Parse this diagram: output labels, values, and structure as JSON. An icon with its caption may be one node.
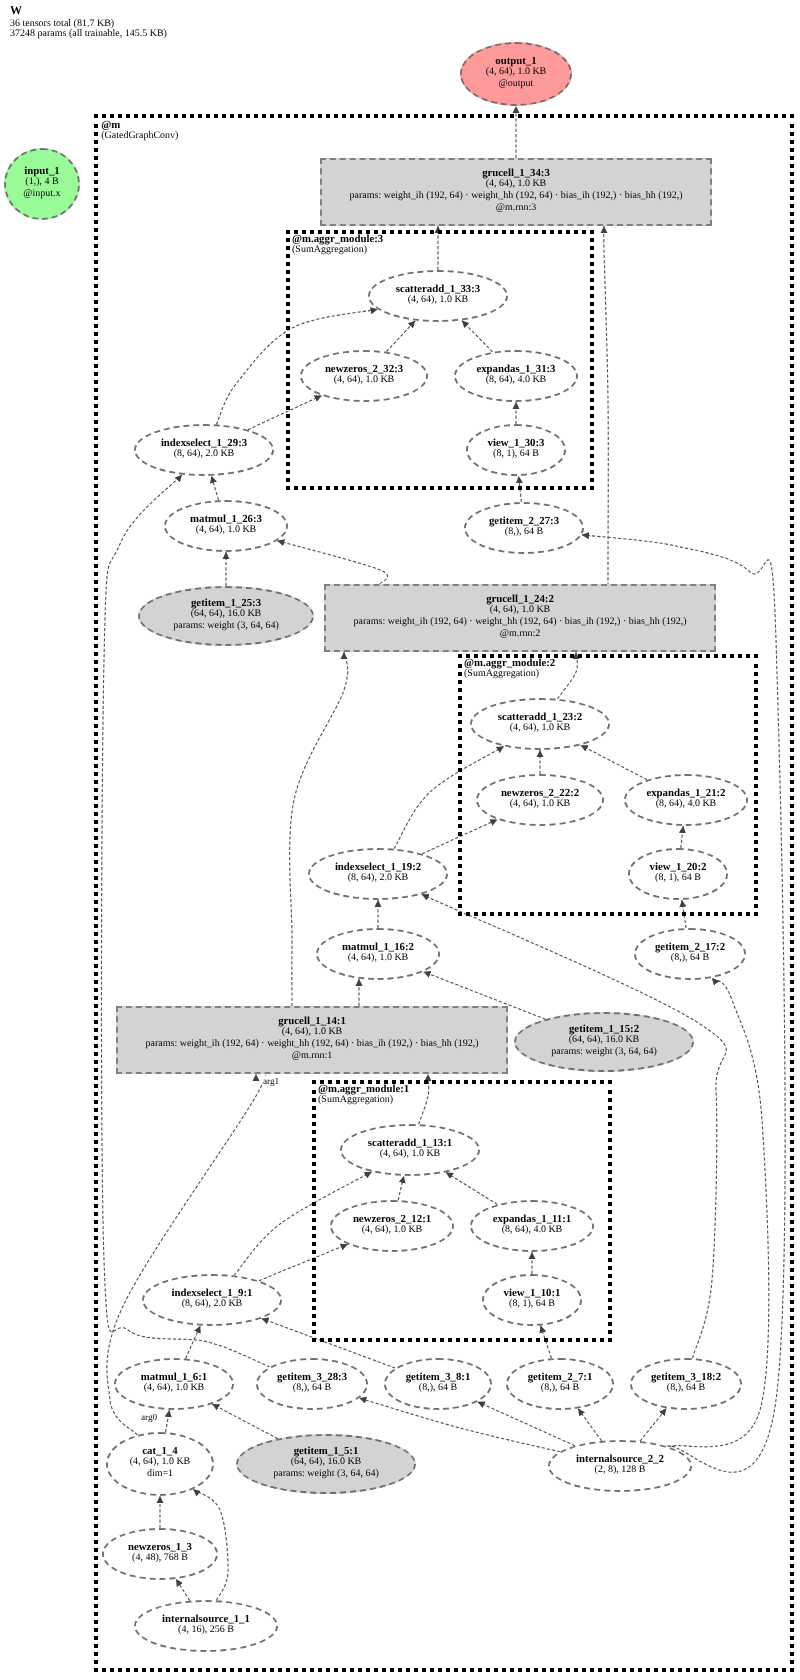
{
  "diagram": {
    "title": "W",
    "nodes": [
      {
        "text": [
          "output_1",
          "(4, 64), 1.0 KB",
          "@output"
        ]
      },
      {
        "text": [
          "input_1",
          "(1,), 4 B",
          "@input.x"
        ]
      },
      {
        "text": [
          "@m",
          "(GatedGraphConv)"
        ]
      },
      {
        "text": [
          "grucell_1_34:3",
          "(4, 64), 1.0 KB",
          "params: weight_ih (192, 64) · weight_hh (192, 64) · bias_ih (192,) · bias_hh (192,)",
          "@m.rnn:3"
        ],
        "in": 2
      },
      {
        "text": [
          "@m.aggr_module:3",
          "(SumAggregation)"
        ],
        "in": 2
      },
      {
        "text": [
          "scatteradd_1_33:3",
          "(4, 64), 1.0 KB"
        ],
        "in": 4
      },
      {
        "text": [
          "newzeros_2_32:3",
          "(4, 64), 1.0 KB"
        ],
        "in": 4
      },
      {
        "text": [
          "expandas_1_31:3",
          "(8, 64), 4.0 KB"
        ],
        "in": 4
      },
      {
        "text": [
          "view_1_30:3",
          "(8, 1), 64 B"
        ],
        "in": 4
      },
      {
        "text": [
          "indexselect_1_29:3",
          "(8, 64), 2.0 KB"
        ],
        "in": 2
      },
      {
        "text": [
          "matmul_1_26:3",
          "(4, 64), 1.0 KB"
        ],
        "in": 2
      },
      {
        "text": [
          "getitem_2_27:3",
          "(8,), 64 B"
        ],
        "in": 2
      },
      {
        "text": [
          "getitem_1_25:3",
          "(64, 64), 16.0 KB",
          "params: weight (3, 64, 64)"
        ],
        "in": 2
      },
      {
        "text": [
          "grucell_1_24:2",
          "(4, 64), 1.0 KB",
          "params: weight_ih (192, 64) · weight_hh (192, 64) · bias_ih (192,) · bias_hh (192,)",
          "@m.rnn:2"
        ],
        "in": 2
      },
      {
        "text": [
          "@m.aggr_module:2",
          "(SumAggregation)"
        ],
        "in": 2
      },
      {
        "text": [
          "scatteradd_1_23:2",
          "(4, 64), 1.0 KB"
        ],
        "in": 14
      },
      {
        "text": [
          "newzeros_2_22:2",
          "(4, 64), 1.0 KB"
        ],
        "in": 14
      },
      {
        "text": [
          "expandas_1_21:2",
          "(8, 64), 4.0 KB"
        ],
        "in": 14
      },
      {
        "text": [
          "view_1_20:2",
          "(8, 1), 64 B"
        ],
        "in": 14
      },
      {
        "text": [
          "indexselect_1_19:2",
          "(8, 64), 2.0 KB"
        ],
        "in": 2
      },
      {
        "text": [
          "matmul_1_16:2",
          "(4, 64), 1.0 KB"
        ],
        "in": 2
      },
      {
        "text": [
          "getitem_2_17:2",
          "(8,), 64 B"
        ],
        "in": 2
      },
      {
        "text": [
          "grucell_1_14:1",
          "(4, 64), 1.0 KB",
          "params: weight_ih (192, 64) · weight_hh (192, 64) · bias_ih (192,) · bias_hh (192,)",
          "@m.rnn:1"
        ],
        "in": 2
      },
      {
        "text": [
          "getitem_1_15:2",
          "(64, 64), 16.0 KB",
          "params: weight (3, 64, 64)"
        ],
        "in": 2
      },
      {
        "text": [
          "@m.aggr_module:1",
          "(SumAggregation)"
        ],
        "in": 2
      },
      {
        "text": [
          "scatteradd_1_13:1",
          "(4, 64), 1.0 KB"
        ],
        "in": 24
      },
      {
        "text": [
          "newzeros_2_12:1",
          "(4, 64), 1.0 KB"
        ],
        "in": 24
      },
      {
        "text": [
          "expandas_1_11:1",
          "(8, 64), 4.0 KB"
        ],
        "in": 24
      },
      {
        "text": [
          "view_1_10:1",
          "(8, 1), 64 B"
        ],
        "in": 24
      },
      {
        "text": [
          "indexselect_1_9:1",
          "(8, 64), 2.0 KB"
        ],
        "in": 2
      },
      {
        "text": [
          "matmul_1_6:1",
          "(4, 64), 1.0 KB"
        ],
        "in": 2
      },
      {
        "text": [
          "getitem_3_28:3",
          "(8,), 64 B"
        ],
        "in": 2
      },
      {
        "text": [
          "getitem_3_8:1",
          "(8,), 64 B"
        ],
        "in": 2
      },
      {
        "text": [
          "getitem_2_7:1",
          "(8,), 64 B"
        ],
        "in": 2
      },
      {
        "text": [
          "getitem_3_18:2",
          "(8,), 64 B"
        ],
        "in": 2
      },
      {
        "text": [
          "cat_1_4",
          "(4, 64), 1.0 KB",
          "dim=1"
        ],
        "in": 2
      },
      {
        "text": [
          "getitem_1_5:1",
          "(64, 64), 16.0 KB",
          "params: weight (3, 64, 64)"
        ],
        "in": 2
      },
      {
        "text": [
          "internalsource_2_2",
          "(2, 8), 128 B"
        ],
        "in": 2
      },
      {
        "text": [
          "newzeros_1_3",
          "(4, 48), 768 B"
        ],
        "in": 2
      },
      {
        "text": [
          "internalsource_1_1",
          "(4, 16), 256 B"
        ],
        "in": 2
      }
    ],
    "edges": [
      {
        "from": 39,
        "to": 38,
        "arrow": "to"
      },
      {
        "from": 39,
        "to": 35,
        "arrow": "to"
      },
      {
        "from": 38,
        "to": 35,
        "arrow": "to"
      },
      {
        "from": 35,
        "to": 30,
        "arrow": "to",
        "label": "arg0"
      },
      {
        "from": 35,
        "to": 22,
        "arrow": "to",
        "label": "arg1"
      },
      {
        "from": 36,
        "to": 30,
        "arrow": "to"
      },
      {
        "from": 30,
        "to": 29,
        "arrow": "to"
      },
      {
        "from": 32,
        "to": 29,
        "arrow": "to"
      },
      {
        "from": 37,
        "to": 31,
        "arrow": "to"
      },
      {
        "from": 37,
        "to": 32,
        "arrow": "to"
      },
      {
        "from": 37,
        "to": 33,
        "arrow": "to"
      },
      {
        "from": 37,
        "to": 34,
        "arrow": "to"
      },
      {
        "from": 37,
        "to": 21,
        "arrow": "to"
      },
      {
        "from": 37,
        "to": 11,
        "arrow": "to"
      },
      {
        "from": 33,
        "to": 28,
        "arrow": "to"
      },
      {
        "from": 28,
        "to": 27,
        "arrow": "to"
      },
      {
        "from": 29,
        "to": 26,
        "arrow": "to"
      },
      {
        "from": 29,
        "to": 25,
        "arrow": "to"
      },
      {
        "from": 26,
        "to": 25,
        "arrow": "to"
      },
      {
        "from": 27,
        "to": 25,
        "arrow": "to"
      },
      {
        "from": 25,
        "to": 22,
        "arrow": "to"
      },
      {
        "from": 22,
        "to": 20,
        "arrow": "to"
      },
      {
        "from": 23,
        "to": 20,
        "arrow": "to"
      },
      {
        "from": 22,
        "to": 13,
        "arrow": "to"
      },
      {
        "from": 20,
        "to": 19,
        "arrow": "to"
      },
      {
        "from": 34,
        "to": 19,
        "arrow": "to"
      },
      {
        "from": 21,
        "to": 18,
        "arrow": "to"
      },
      {
        "from": 18,
        "to": 17,
        "arrow": "to"
      },
      {
        "from": 19,
        "to": 16,
        "arrow": "to"
      },
      {
        "from": 19,
        "to": 15,
        "arrow": "to"
      },
      {
        "from": 16,
        "to": 15,
        "arrow": "to"
      },
      {
        "from": 17,
        "to": 15,
        "arrow": "to"
      },
      {
        "from": 15,
        "to": 13,
        "arrow": "to"
      },
      {
        "from": 13,
        "to": 10,
        "arrow": "to"
      },
      {
        "from": 12,
        "to": 10,
        "arrow": "to"
      },
      {
        "from": 13,
        "to": 3,
        "arrow": "to"
      },
      {
        "from": 10,
        "to": 9,
        "arrow": "to"
      },
      {
        "from": 31,
        "to": 9,
        "arrow": "to"
      },
      {
        "from": 11,
        "to": 8,
        "arrow": "to"
      },
      {
        "from": 8,
        "to": 7,
        "arrow": "to"
      },
      {
        "from": 9,
        "to": 6,
        "arrow": "to"
      },
      {
        "from": 9,
        "to": 5,
        "arrow": "to"
      },
      {
        "from": 6,
        "to": 5,
        "arrow": "to"
      },
      {
        "from": 7,
        "to": 5,
        "arrow": "to"
      },
      {
        "from": 5,
        "to": 3,
        "arrow": "to"
      },
      {
        "from": 3,
        "to": 0,
        "arrow": "to"
      }
    ],
    "labels": [
      "36 tensors total (81.7 KB)",
      "37248 params (all trainable, 145.5 KB)"
    ]
  }
}
